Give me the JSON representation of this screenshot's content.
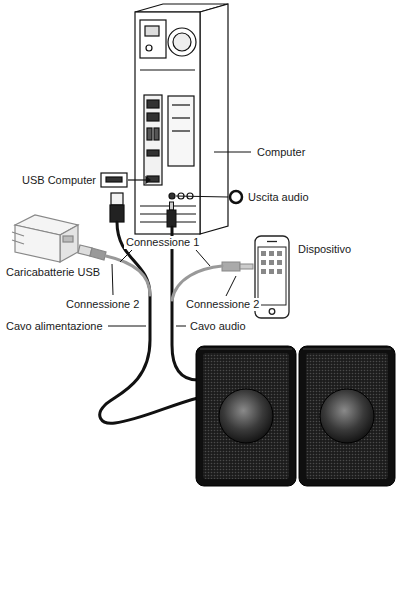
{
  "diagram": {
    "labels": [
      "Computer",
      "USB Computer",
      "Uscita audio",
      "Connessione 1",
      "Dispositivo",
      "Caricabatterie USB",
      "Connessione 2",
      "Connessione 2",
      "Cavo alimentazione",
      "Cavo audio"
    ]
  }
}
